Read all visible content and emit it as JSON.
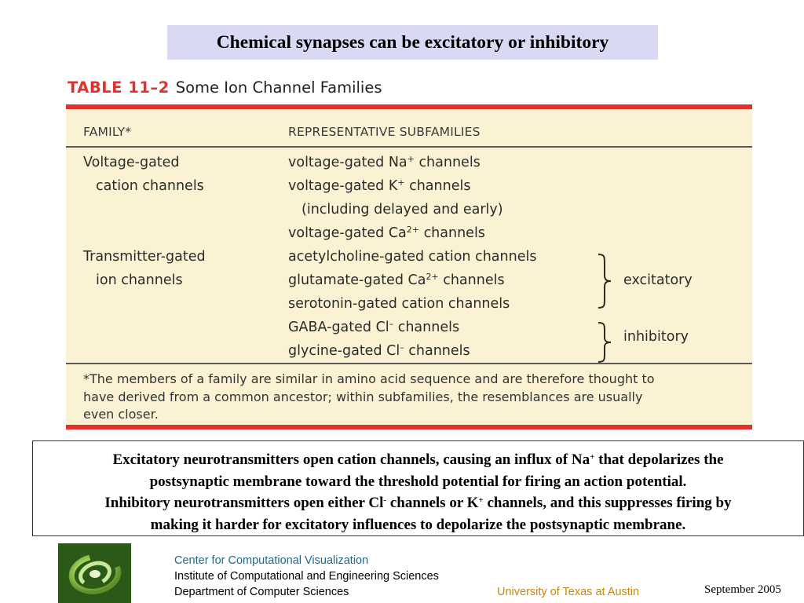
{
  "slide_title": "Chemical synapses can be excitatory or inhibitory",
  "table": {
    "label": "TABLE 11–2",
    "title": "Some Ion Channel Families",
    "col_family": "FAMILY*",
    "col_subfamilies": "REPRESENTATIVE SUBFAMILIES",
    "family_voltage_1": "Voltage-gated",
    "family_voltage_2": "cation channels",
    "family_transmitter_1": "Transmitter-gated",
    "family_transmitter_2": "ion channels",
    "sub_na_pre": "voltage-gated Na",
    "sub_na_sup": "+",
    "sub_na_post": " channels",
    "sub_k_pre": "voltage-gated K",
    "sub_k_sup": "+",
    "sub_k_post": " channels",
    "sub_k_note": "(including delayed and early)",
    "sub_ca_pre": "voltage-gated Ca",
    "sub_ca_sup": "2+",
    "sub_ca_post": " channels",
    "sub_ach": "acetylcholine-gated cation channels",
    "sub_glu_pre": "glutamate-gated Ca",
    "sub_glu_sup": "2+",
    "sub_glu_post": " channels",
    "sub_sero": "serotonin-gated cation channels",
    "sub_gaba_pre": "GABA-gated Cl",
    "sub_gaba_sup": "–",
    "sub_gaba_post": " channels",
    "sub_gly_pre": "glycine-gated Cl",
    "sub_gly_sup": "–",
    "sub_gly_post": " channels",
    "brace_excitatory": "excitatory",
    "brace_inhibitory": "inhibitory",
    "footnote_1": "*The members of a family are similar in amino acid sequence and are therefore thought to",
    "footnote_2": "have derived from a common ancestor; within subfamilies, the resemblances are usually",
    "footnote_3": "even closer.",
    "accent_color": "#e2312d",
    "background_color": "#fbf2d4"
  },
  "caption": {
    "line1_pre": "Excitatory neurotransmitters open cation channels, causing an influx of Na",
    "line1_sup": "+",
    "line1_post": " that depolarizes the",
    "line2": "postsynaptic membrane toward the threshold potential for firing an action potential.",
    "line3_pre": "Inhibitory neurotransmitters open either Cl",
    "line3_sup1": "-",
    "line3_mid": " channels or K",
    "line3_sup2": "+",
    "line3_post": " channels, and this suppresses firing by",
    "line4": "making it harder for excitatory influences to depolarize the postsynaptic membrane."
  },
  "footer": {
    "center": "Center for Computational Visualization",
    "institute": "Institute of Computational and Engineering Sciences",
    "department": "Department of Computer Sciences",
    "university": "University of Texas at Austin",
    "date": "September  2005",
    "center_color": "#1f6a8a",
    "university_color": "#c8870a"
  },
  "logo": {
    "icon": "ccv-logo-icon"
  }
}
